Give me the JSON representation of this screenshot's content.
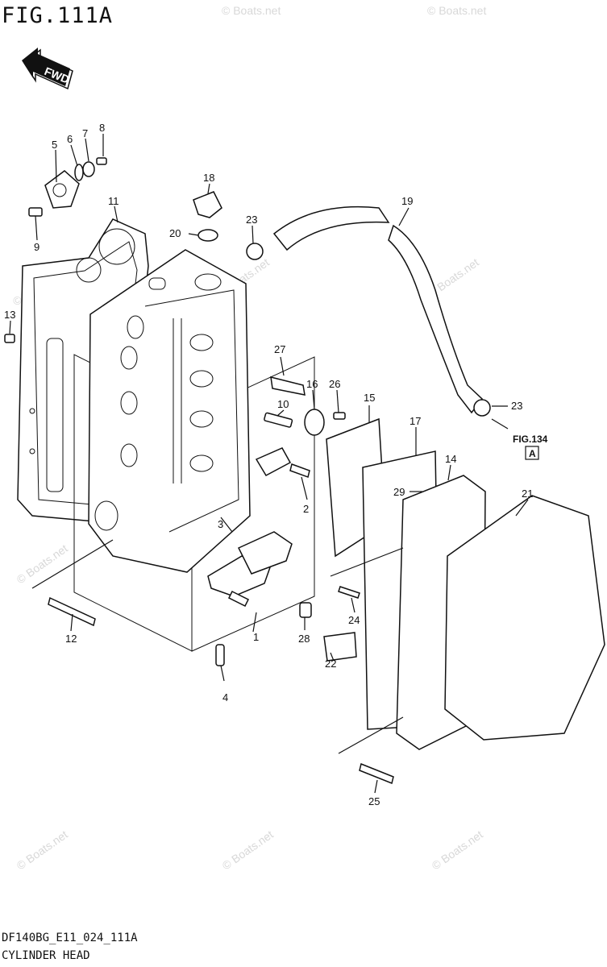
{
  "header": {
    "figure_title": "FIG.111A"
  },
  "footer": {
    "model_code": "DF140BG_E11_024_111A",
    "section_title": "CYLINDER HEAD"
  },
  "direction_arrow": {
    "label": "FWD",
    "icon": "fwd-arrow-icon"
  },
  "reference": {
    "figure_link": "FIG.134",
    "link_letter": "A"
  },
  "watermark": {
    "text": "© Boats.net"
  },
  "callouts": [
    {
      "id": "1",
      "label": "1"
    },
    {
      "id": "2",
      "label": "2"
    },
    {
      "id": "3",
      "label": "3"
    },
    {
      "id": "4",
      "label": "4"
    },
    {
      "id": "5",
      "label": "5"
    },
    {
      "id": "6",
      "label": "6"
    },
    {
      "id": "7",
      "label": "7"
    },
    {
      "id": "8",
      "label": "8"
    },
    {
      "id": "9",
      "label": "9"
    },
    {
      "id": "10",
      "label": "10"
    },
    {
      "id": "11",
      "label": "11"
    },
    {
      "id": "12",
      "label": "12"
    },
    {
      "id": "13",
      "label": "13"
    },
    {
      "id": "14",
      "label": "14"
    },
    {
      "id": "15",
      "label": "15"
    },
    {
      "id": "16",
      "label": "16"
    },
    {
      "id": "17",
      "label": "17"
    },
    {
      "id": "18",
      "label": "18"
    },
    {
      "id": "19",
      "label": "19"
    },
    {
      "id": "20",
      "label": "20"
    },
    {
      "id": "21",
      "label": "21"
    },
    {
      "id": "22",
      "label": "22"
    },
    {
      "id": "23a",
      "label": "23"
    },
    {
      "id": "23b",
      "label": "23"
    },
    {
      "id": "24",
      "label": "24"
    },
    {
      "id": "25",
      "label": "25"
    },
    {
      "id": "26",
      "label": "26"
    },
    {
      "id": "27",
      "label": "27"
    },
    {
      "id": "28",
      "label": "28"
    },
    {
      "id": "29",
      "label": "29"
    }
  ]
}
